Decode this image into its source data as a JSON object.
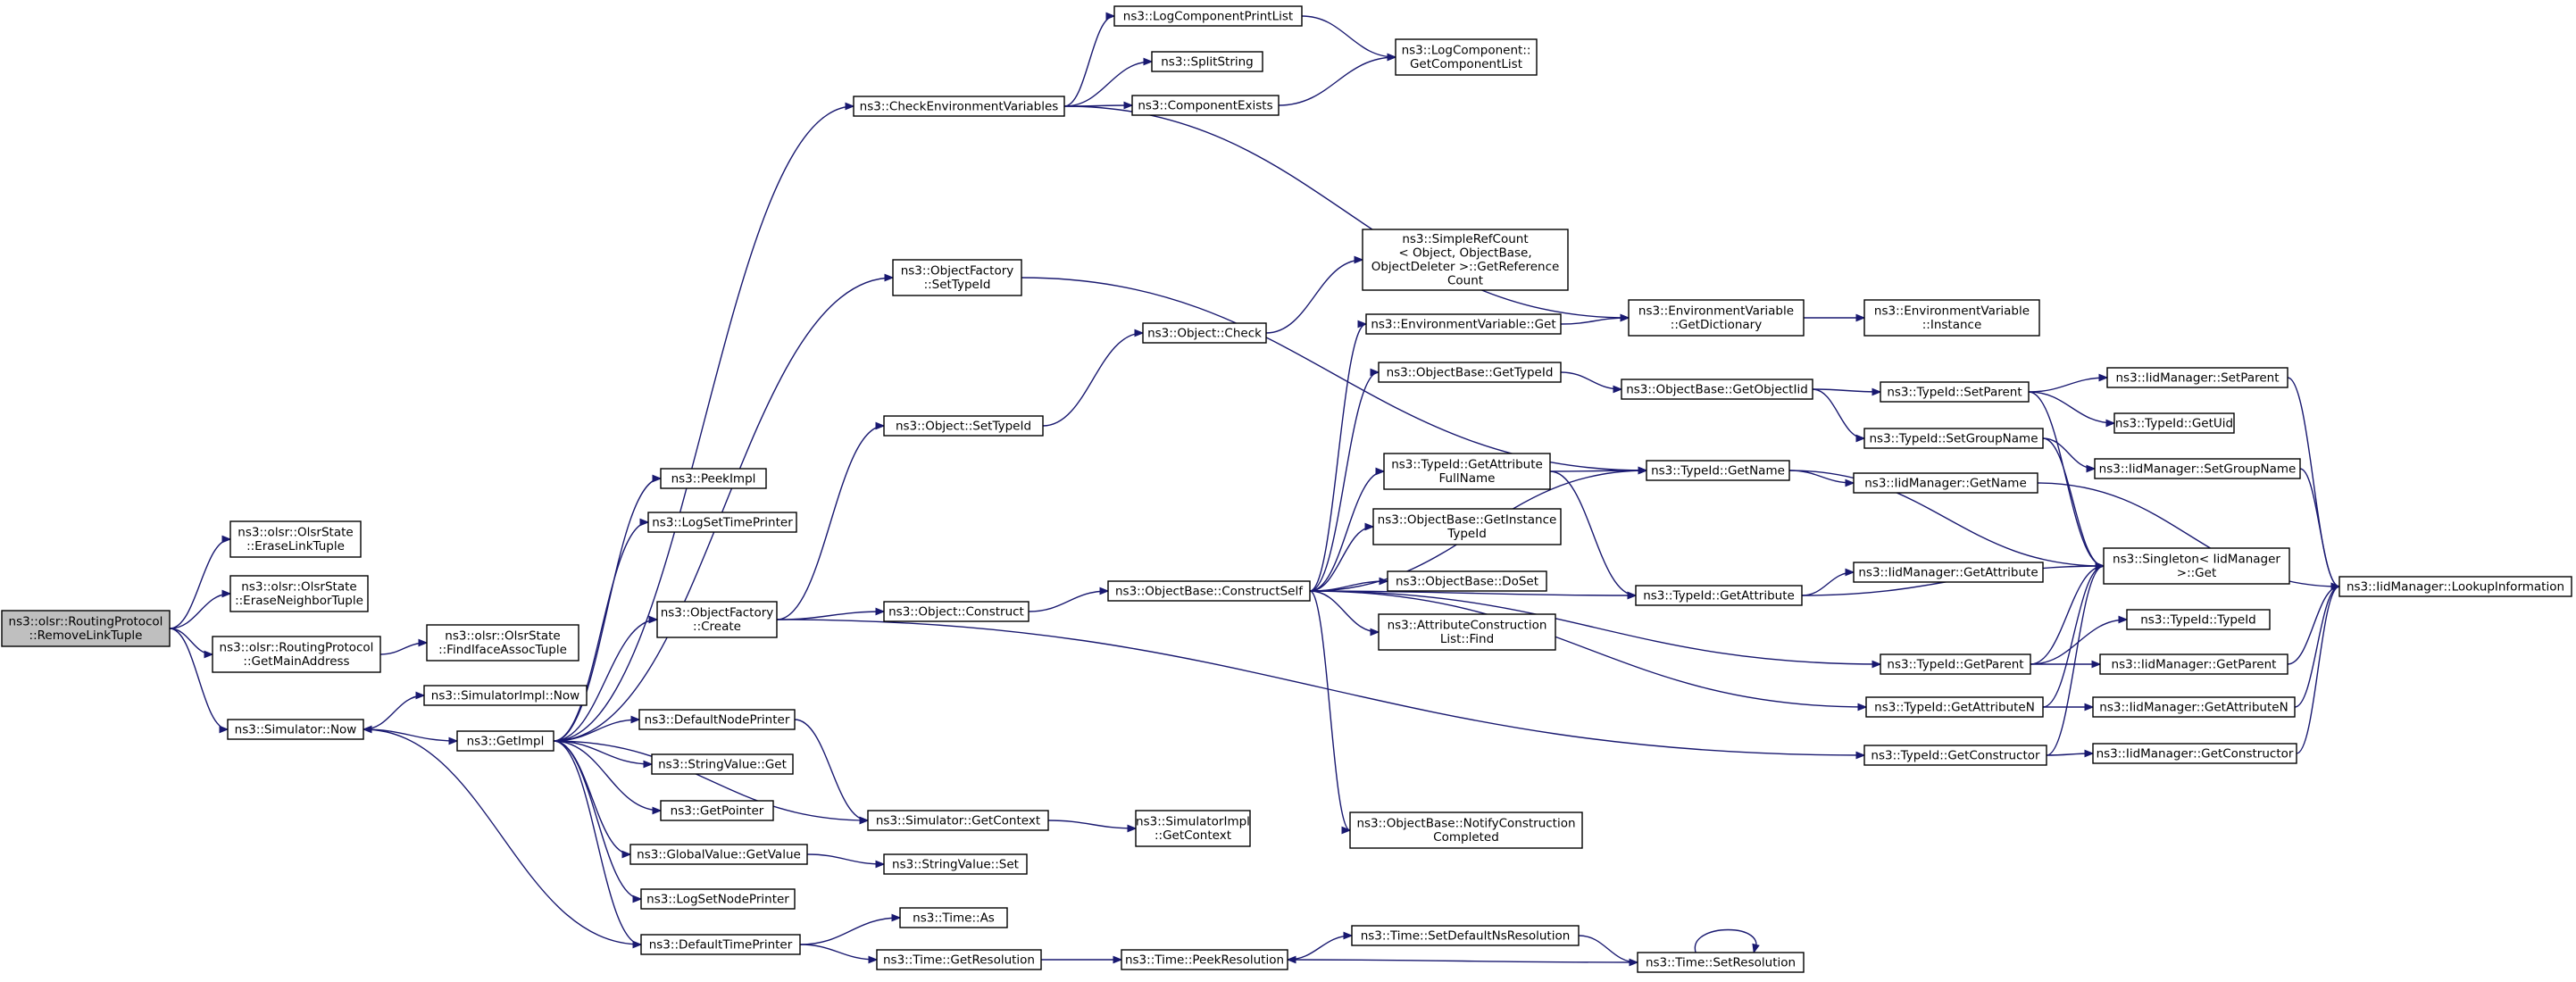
{
  "nodes": [
    {
      "id": "root",
      "lines": [
        "ns3::olsr::RoutingProtocol",
        "::RemoveLinkTuple"
      ],
      "root": true
    },
    {
      "id": "eraseLink",
      "lines": [
        "ns3::olsr::OlsrState",
        "::EraseLinkTuple"
      ]
    },
    {
      "id": "eraseNeighbor",
      "lines": [
        "ns3::olsr::OlsrState",
        "::EraseNeighborTuple"
      ]
    },
    {
      "id": "getMainAddr",
      "lines": [
        "ns3::olsr::RoutingProtocol",
        "::GetMainAddress"
      ]
    },
    {
      "id": "findIface",
      "lines": [
        "ns3::olsr::OlsrState",
        "::FindIfaceAssocTuple"
      ]
    },
    {
      "id": "simNow",
      "lines": [
        "ns3::Simulator::Now"
      ]
    },
    {
      "id": "simImplNow",
      "lines": [
        "ns3::SimulatorImpl::Now"
      ]
    },
    {
      "id": "getImpl",
      "lines": [
        "ns3::GetImpl"
      ]
    },
    {
      "id": "peekImpl",
      "lines": [
        "ns3::PeekImpl"
      ]
    },
    {
      "id": "logSetTime",
      "lines": [
        "ns3::LogSetTimePrinter"
      ]
    },
    {
      "id": "ofCreate",
      "lines": [
        "ns3::ObjectFactory",
        "::Create"
      ]
    },
    {
      "id": "defNodePrinter",
      "lines": [
        "ns3::DefaultNodePrinter"
      ]
    },
    {
      "id": "strValGet",
      "lines": [
        "ns3::StringValue::Get"
      ]
    },
    {
      "id": "getPointer",
      "lines": [
        "ns3::GetPointer"
      ]
    },
    {
      "id": "globalValGet",
      "lines": [
        "ns3::GlobalValue::GetValue"
      ]
    },
    {
      "id": "logSetNode",
      "lines": [
        "ns3::LogSetNodePrinter"
      ]
    },
    {
      "id": "defTimePrinter",
      "lines": [
        "ns3::DefaultTimePrinter"
      ]
    },
    {
      "id": "checkEnv",
      "lines": [
        "ns3::CheckEnvironmentVariables"
      ]
    },
    {
      "id": "logCompPrint",
      "lines": [
        "ns3::LogComponentPrintList"
      ]
    },
    {
      "id": "splitString",
      "lines": [
        "ns3::SplitString"
      ]
    },
    {
      "id": "compExists",
      "lines": [
        "ns3::ComponentExists"
      ]
    },
    {
      "id": "logCompGetList",
      "lines": [
        "ns3::LogComponent::",
        "GetComponentList"
      ]
    },
    {
      "id": "ofSetTypeId",
      "lines": [
        "ns3::ObjectFactory",
        "::SetTypeId"
      ]
    },
    {
      "id": "objSetTypeId",
      "lines": [
        "ns3::Object::SetTypeId"
      ]
    },
    {
      "id": "objCheck",
      "lines": [
        "ns3::Object::Check"
      ]
    },
    {
      "id": "simpleRef",
      "lines": [
        "ns3::SimpleRefCount",
        "< Object, ObjectBase,",
        "ObjectDeleter >::GetReference",
        "Count"
      ]
    },
    {
      "id": "objConstruct",
      "lines": [
        "ns3::Object::Construct"
      ]
    },
    {
      "id": "constructSelf",
      "lines": [
        "ns3::ObjectBase::ConstructSelf"
      ]
    },
    {
      "id": "simGetContext",
      "lines": [
        "ns3::Simulator::GetContext"
      ]
    },
    {
      "id": "simImplGetContext",
      "lines": [
        "ns3::SimulatorImpl",
        "::GetContext"
      ]
    },
    {
      "id": "strValSet",
      "lines": [
        "ns3::StringValue::Set"
      ]
    },
    {
      "id": "timeAs",
      "lines": [
        "ns3::Time::As"
      ]
    },
    {
      "id": "timeGetRes",
      "lines": [
        "ns3::Time::GetResolution"
      ]
    },
    {
      "id": "timePeekRes",
      "lines": [
        "ns3::Time::PeekResolution"
      ]
    },
    {
      "id": "timeSetDefNs",
      "lines": [
        "ns3::Time::SetDefaultNsResolution"
      ]
    },
    {
      "id": "timeSetRes",
      "lines": [
        "ns3::Time::SetResolution"
      ]
    },
    {
      "id": "envGet",
      "lines": [
        "ns3::EnvironmentVariable::Get"
      ]
    },
    {
      "id": "envGetDict",
      "lines": [
        "ns3::EnvironmentVariable",
        "::GetDictionary"
      ]
    },
    {
      "id": "envInstance",
      "lines": [
        "ns3::EnvironmentVariable",
        "::Instance"
      ]
    },
    {
      "id": "obGetTypeId",
      "lines": [
        "ns3::ObjectBase::GetTypeId"
      ]
    },
    {
      "id": "obGetObjectIid",
      "lines": [
        "ns3::ObjectBase::GetObjectIid"
      ]
    },
    {
      "id": "tidGetAttrFull",
      "lines": [
        "ns3::TypeId::GetAttribute",
        "FullName"
      ]
    },
    {
      "id": "obGetInstTid",
      "lines": [
        "ns3::ObjectBase::GetInstance",
        "TypeId"
      ]
    },
    {
      "id": "obDoSet",
      "lines": [
        "ns3::ObjectBase::DoSet"
      ]
    },
    {
      "id": "acListFind",
      "lines": [
        "ns3::AttributeConstruction",
        "List::Find"
      ]
    },
    {
      "id": "obNotify",
      "lines": [
        "ns3::ObjectBase::NotifyConstruction",
        "Completed"
      ]
    },
    {
      "id": "tidGetName",
      "lines": [
        "ns3::TypeId::GetName"
      ]
    },
    {
      "id": "tidGetAttr",
      "lines": [
        "ns3::TypeId::GetAttribute"
      ]
    },
    {
      "id": "tidSetParent",
      "lines": [
        "ns3::TypeId::SetParent"
      ]
    },
    {
      "id": "tidSetGroup",
      "lines": [
        "ns3::TypeId::SetGroupName"
      ]
    },
    {
      "id": "tidGetParent",
      "lines": [
        "ns3::TypeId::GetParent"
      ]
    },
    {
      "id": "tidGetAttrN",
      "lines": [
        "ns3::TypeId::GetAttributeN"
      ]
    },
    {
      "id": "tidGetCtor",
      "lines": [
        "ns3::TypeId::GetConstructor"
      ]
    },
    {
      "id": "iidGetName",
      "lines": [
        "ns3::IidManager::GetName"
      ]
    },
    {
      "id": "iidGetAttr",
      "lines": [
        "ns3::IidManager::GetAttribute"
      ]
    },
    {
      "id": "singletonGet",
      "lines": [
        "ns3::Singleton< IidManager",
        " >::Get"
      ]
    },
    {
      "id": "iidSetParent",
      "lines": [
        "ns3::IidManager::SetParent"
      ]
    },
    {
      "id": "tidGetUid",
      "lines": [
        "ns3::TypeId::GetUid"
      ]
    },
    {
      "id": "iidSetGroup",
      "lines": [
        "ns3::IidManager::SetGroupName"
      ]
    },
    {
      "id": "tidTypeId",
      "lines": [
        "ns3::TypeId::TypeId"
      ]
    },
    {
      "id": "iidGetParent",
      "lines": [
        "ns3::IidManager::GetParent"
      ]
    },
    {
      "id": "iidGetAttrN",
      "lines": [
        "ns3::IidManager::GetAttributeN"
      ]
    },
    {
      "id": "iidGetCtor",
      "lines": [
        "ns3::IidManager::GetConstructor"
      ]
    },
    {
      "id": "iidLookup",
      "lines": [
        "ns3::IidManager::LookupInformation"
      ]
    }
  ],
  "edges": [
    [
      "root",
      "eraseLink"
    ],
    [
      "root",
      "eraseNeighbor"
    ],
    [
      "root",
      "getMainAddr"
    ],
    [
      "root",
      "simNow"
    ],
    [
      "getMainAddr",
      "findIface"
    ],
    [
      "simNow",
      "simImplNow"
    ],
    [
      "simNow",
      "getImpl"
    ],
    [
      "getImpl",
      "peekImpl"
    ],
    [
      "getImpl",
      "logSetTime"
    ],
    [
      "getImpl",
      "ofCreate"
    ],
    [
      "getImpl",
      "defNodePrinter"
    ],
    [
      "getImpl",
      "strValGet"
    ],
    [
      "getImpl",
      "getPointer"
    ],
    [
      "getImpl",
      "globalValGet"
    ],
    [
      "getImpl",
      "logSetNode"
    ],
    [
      "getImpl",
      "defTimePrinter"
    ],
    [
      "getImpl",
      "checkEnv"
    ],
    [
      "getImpl",
      "ofSetTypeId"
    ],
    [
      "getImpl",
      "simGetContext"
    ],
    [
      "checkEnv",
      "logCompPrint"
    ],
    [
      "checkEnv",
      "splitString"
    ],
    [
      "checkEnv",
      "compExists"
    ],
    [
      "checkEnv",
      "envGetDict"
    ],
    [
      "logCompPrint",
      "logCompGetList"
    ],
    [
      "compExists",
      "logCompGetList"
    ],
    [
      "ofSetTypeId",
      "tidGetName"
    ],
    [
      "ofCreate",
      "objSetTypeId"
    ],
    [
      "ofCreate",
      "objConstruct"
    ],
    [
      "ofCreate",
      "tidGetCtor"
    ],
    [
      "objSetTypeId",
      "objCheck"
    ],
    [
      "objCheck",
      "simpleRef"
    ],
    [
      "objConstruct",
      "constructSelf"
    ],
    [
      "defNodePrinter",
      "simGetContext"
    ],
    [
      "simGetContext",
      "simImplGetContext"
    ],
    [
      "globalValGet",
      "strValSet"
    ],
    [
      "defTimePrinter",
      "simNow"
    ],
    [
      "defTimePrinter",
      "timeAs"
    ],
    [
      "defTimePrinter",
      "timeGetRes"
    ],
    [
      "timeGetRes",
      "timePeekRes"
    ],
    [
      "timePeekRes",
      "timeSetDefNs"
    ],
    [
      "timeSetDefNs",
      "timeSetRes"
    ],
    [
      "timeSetRes",
      "timePeekRes"
    ],
    [
      "timeSetRes",
      "timeSetRes"
    ],
    [
      "constructSelf",
      "envGet"
    ],
    [
      "constructSelf",
      "obGetTypeId"
    ],
    [
      "constructSelf",
      "tidGetName"
    ],
    [
      "constructSelf",
      "tidGetAttrFull"
    ],
    [
      "constructSelf",
      "obGetInstTid"
    ],
    [
      "constructSelf",
      "obDoSet"
    ],
    [
      "constructSelf",
      "acListFind"
    ],
    [
      "constructSelf",
      "tidGetAttr"
    ],
    [
      "constructSelf",
      "tidGetParent"
    ],
    [
      "constructSelf",
      "tidGetAttrN"
    ],
    [
      "constructSelf",
      "obNotify"
    ],
    [
      "envGet",
      "envGetDict"
    ],
    [
      "envGetDict",
      "envInstance"
    ],
    [
      "obGetTypeId",
      "obGetObjectIid"
    ],
    [
      "obGetObjectIid",
      "tidSetParent"
    ],
    [
      "obGetObjectIid",
      "tidSetGroup"
    ],
    [
      "tidGetAttrFull",
      "tidGetName"
    ],
    [
      "tidGetAttrFull",
      "tidGetAttr"
    ],
    [
      "tidGetName",
      "iidGetName"
    ],
    [
      "tidGetName",
      "singletonGet"
    ],
    [
      "tidGetAttr",
      "iidGetAttr"
    ],
    [
      "tidGetAttr",
      "singletonGet"
    ],
    [
      "tidSetParent",
      "iidSetParent"
    ],
    [
      "tidSetParent",
      "tidGetUid"
    ],
    [
      "tidSetParent",
      "singletonGet"
    ],
    [
      "tidSetGroup",
      "iidSetGroup"
    ],
    [
      "tidSetGroup",
      "singletonGet"
    ],
    [
      "tidGetParent",
      "singletonGet"
    ],
    [
      "tidGetParent",
      "tidTypeId"
    ],
    [
      "tidGetParent",
      "iidGetParent"
    ],
    [
      "tidGetAttrN",
      "singletonGet"
    ],
    [
      "tidGetAttrN",
      "iidGetAttrN"
    ],
    [
      "tidGetCtor",
      "singletonGet"
    ],
    [
      "tidGetCtor",
      "iidGetCtor"
    ],
    [
      "iidSetParent",
      "iidLookup"
    ],
    [
      "iidSetGroup",
      "iidLookup"
    ],
    [
      "iidGetName",
      "iidLookup"
    ],
    [
      "iidGetParent",
      "iidLookup"
    ],
    [
      "iidGetAttrN",
      "iidLookup"
    ],
    [
      "iidGetCtor",
      "iidLookup"
    ]
  ]
}
